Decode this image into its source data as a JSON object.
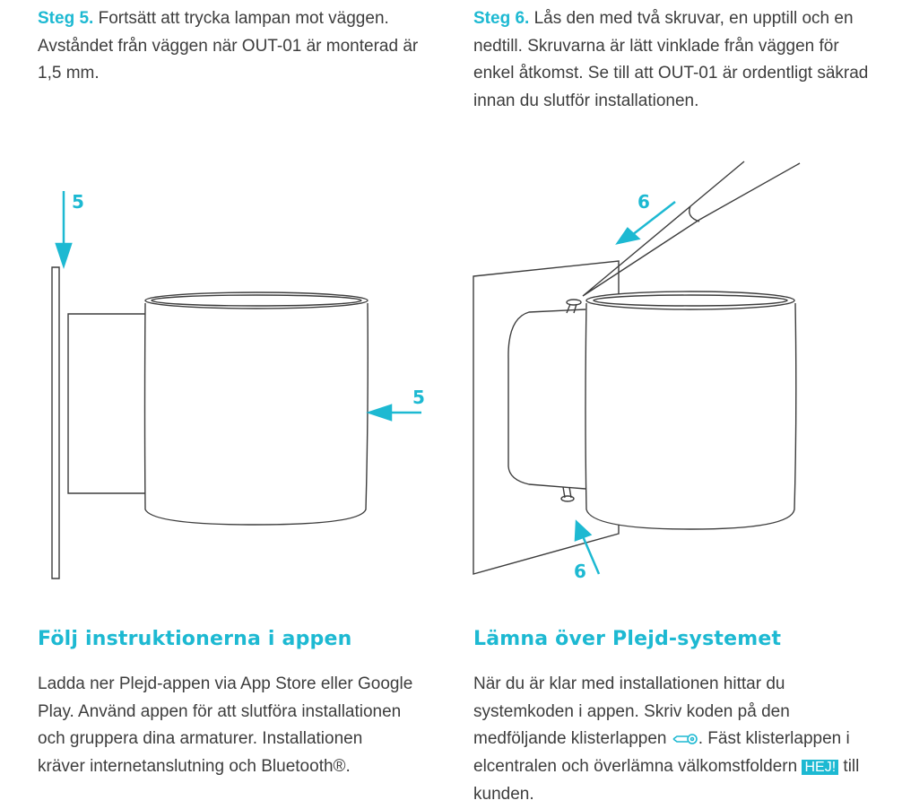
{
  "step5": {
    "label": "Steg 5.",
    "text": " Fortsätt att trycka lampan mot väggen. Avståndet från väggen när OUT-01 är monterad är 1,5 mm."
  },
  "step6": {
    "label": "Steg 6.",
    "text": " Lås den med två skruvar, en upptill och en nedtill. Skruvarna är lätt vinklade från väggen för enkel åtkomst. Se till att OUT-01 är ordentligt säkrad innan du slutför installationen."
  },
  "figures": {
    "fig5_labels": [
      "5",
      "5"
    ],
    "fig6_labels": [
      "6",
      "6"
    ]
  },
  "app_section": {
    "heading": "Följ instruktionerna i appen",
    "text": "Ladda ner Plejd-appen via App Store eller Google Play. Använd appen för att slutföra installationen och gruppera dina armaturer. Installationen kräver internetanslutning och Bluetooth®."
  },
  "handover_section": {
    "heading": "Lämna över Plejd-systemet",
    "text_before_icon": "När du är klar med installationen hittar du systemkoden i appen. Skriv koden på den medföljande klisterlappen ",
    "text_after_icon": ". Fäst klisterlappen i elcentralen och överlämna välkomstfoldern ",
    "badge": "HEJ!",
    "text_end": " till kunden."
  },
  "colors": {
    "accent": "#1db9d2",
    "text": "#3d3d3d"
  }
}
